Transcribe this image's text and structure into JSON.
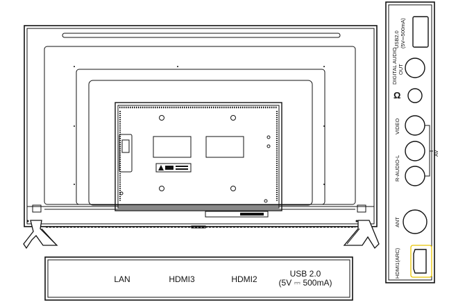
{
  "rear_panel": {
    "ports": [
      {
        "key": "usb",
        "line1": "USB2.0",
        "line2": "(5V⎓500mA)"
      },
      {
        "key": "digital_audio_out",
        "line1": "DIGITAL AUDIO",
        "line2": "OUT"
      },
      {
        "key": "headphone",
        "line1": "Ω",
        "line2": ""
      },
      {
        "key": "video",
        "line1": "VIDEO",
        "line2": ""
      },
      {
        "key": "r_audio_l",
        "line1": "R-AUDIO-L",
        "line2": ""
      },
      {
        "key": "av",
        "line1": "AV",
        "line2": ""
      },
      {
        "key": "ant",
        "line1": "ANT",
        "line2": ""
      },
      {
        "key": "hdmi1",
        "line1": "HDMI1(ARC)",
        "line2": ""
      }
    ]
  },
  "bottom_panel": {
    "ports": [
      {
        "key": "lan",
        "line1": "LAN",
        "line2": ""
      },
      {
        "key": "hdmi3",
        "line1": "HDMI3",
        "line2": ""
      },
      {
        "key": "hdmi2",
        "line1": "HDMI2",
        "line2": ""
      },
      {
        "key": "usb",
        "line1": "USB 2.0",
        "line2": "(5V ⎓ 500mA)"
      }
    ]
  }
}
